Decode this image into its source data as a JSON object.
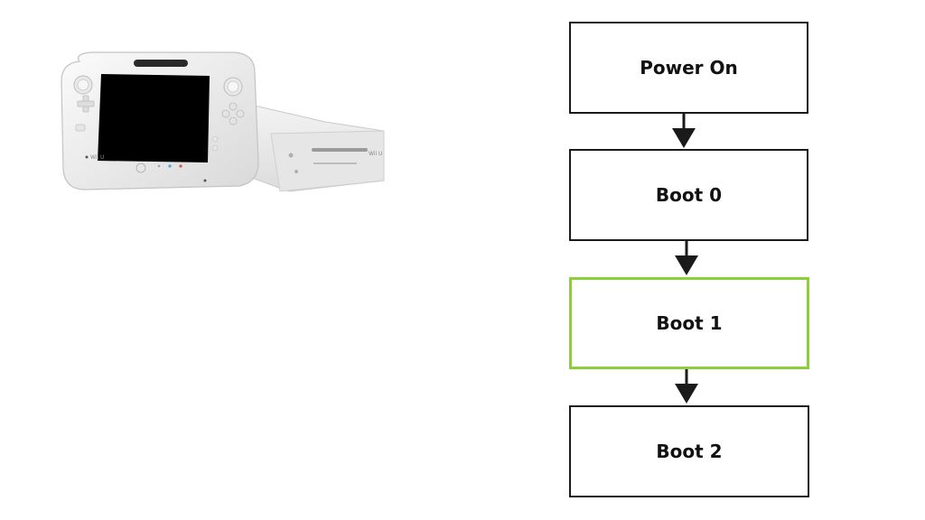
{
  "device_image": {
    "gamepad_logo": "Wii U",
    "console_logo": "Wii U"
  },
  "flowchart": {
    "steps": [
      {
        "label": "Power On",
        "highlighted": false
      },
      {
        "label": "Boot 0",
        "highlighted": false
      },
      {
        "label": "Boot 1",
        "highlighted": true
      },
      {
        "label": "Boot 2",
        "highlighted": false
      }
    ],
    "highlight_color": "#8ccf3a",
    "border_color": "#1a1a1a",
    "arrow_color": "#1a1a1a"
  }
}
